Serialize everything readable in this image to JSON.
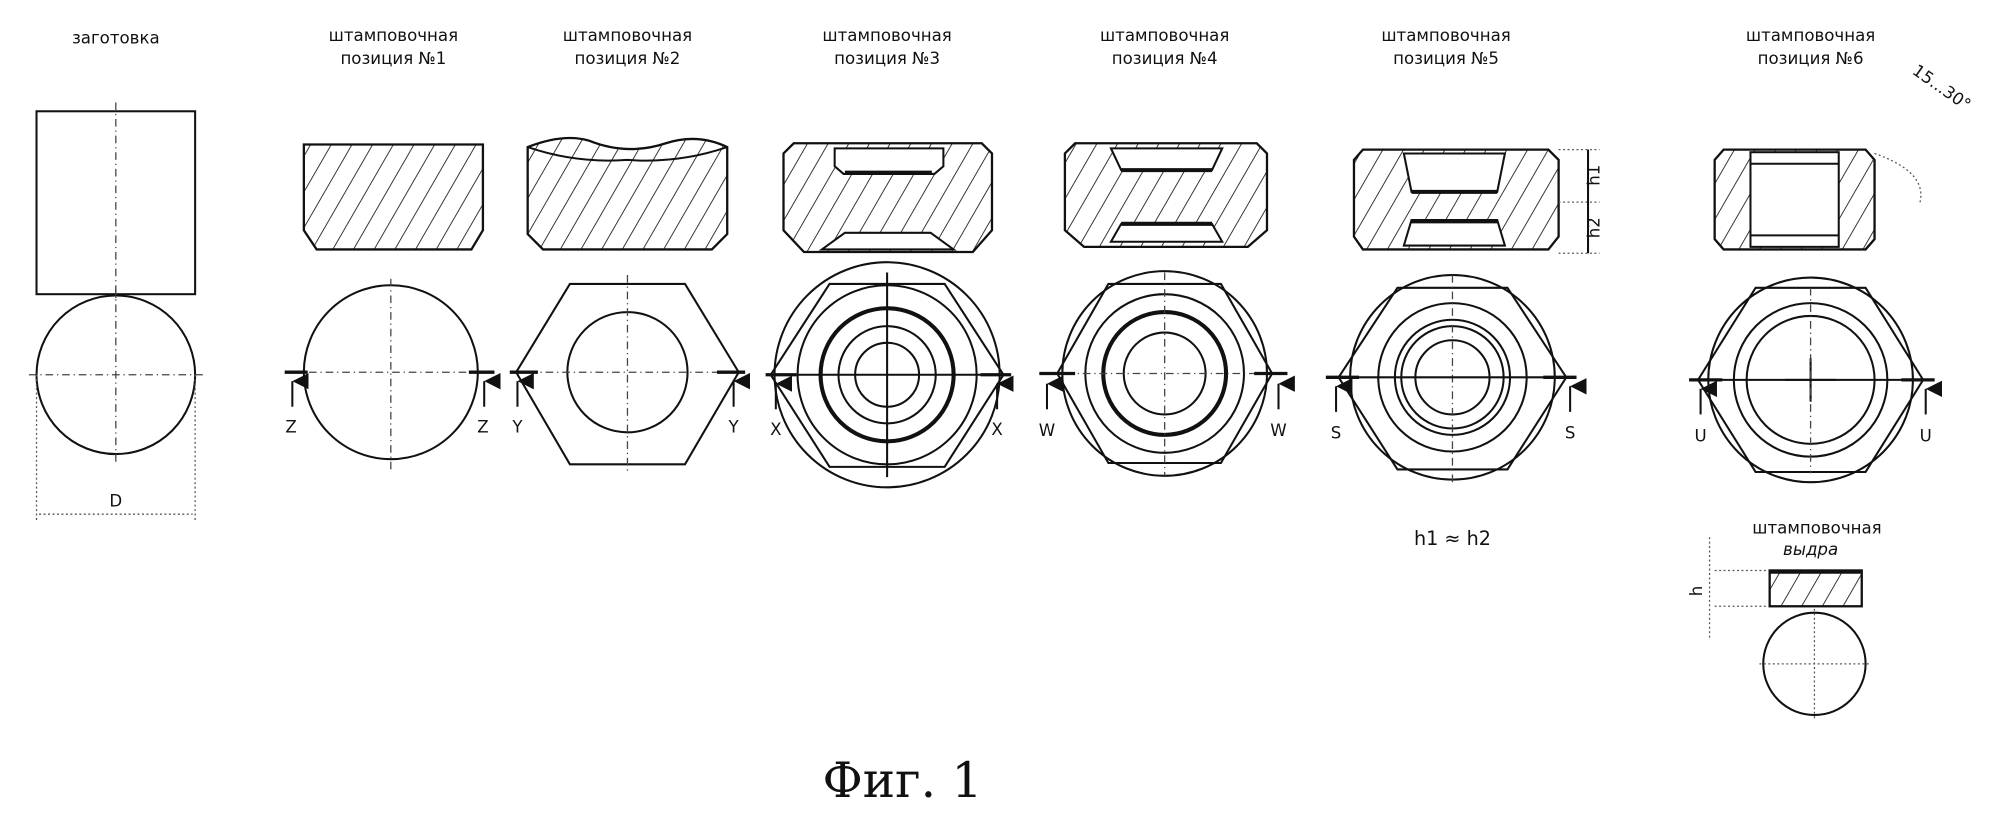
{
  "columns": [
    {
      "title": [
        "заготовка"
      ],
      "dimension": "D"
    },
    {
      "title": [
        "штамповочная",
        "позиция №1"
      ],
      "section_mark": "Z"
    },
    {
      "title": [
        "штамповочная",
        "позиция №2"
      ],
      "section_mark": "Y"
    },
    {
      "title": [
        "штамповочная",
        "позиция №3"
      ],
      "section_mark": "X"
    },
    {
      "title": [
        "штамповочная",
        "позиция №4"
      ],
      "section_mark": "W"
    },
    {
      "title": [
        "штамповочная",
        "позиция №5"
      ],
      "section_mark": "S",
      "dimensions": [
        "h1",
        "h2"
      ],
      "note": "h1 ≈ h2"
    },
    {
      "title": [
        "штамповочная",
        "позиция №6"
      ],
      "section_mark": "U",
      "angle": "15...30°"
    }
  ],
  "slug": {
    "title": [
      "штамповочная",
      "выдра"
    ],
    "dimension": "h"
  },
  "caption": "Фиг. 1"
}
